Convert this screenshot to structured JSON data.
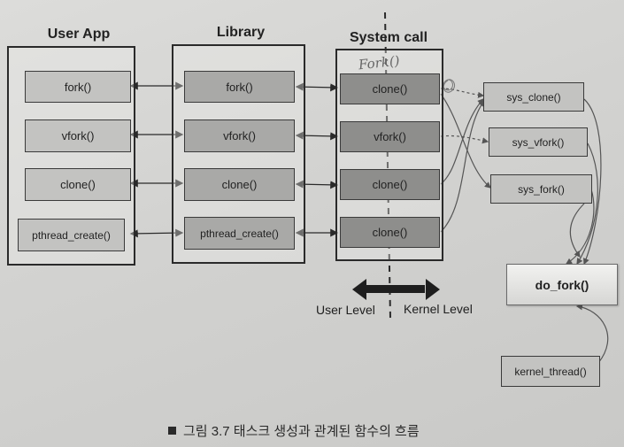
{
  "columns": {
    "user_app": "User App",
    "library": "Library",
    "system_call": "System call"
  },
  "user_app_items": [
    "fork()",
    "vfork()",
    "clone()",
    "pthread_create()"
  ],
  "library_items": [
    "fork()",
    "vfork()",
    "clone()",
    "pthread_create()"
  ],
  "system_call_items": [
    "clone()",
    "vfork()",
    "clone()",
    "clone()"
  ],
  "handwritten_note": "Fork()",
  "kernel_items": {
    "sys_clone": "sys_clone()",
    "sys_vfork": "sys_vfork()",
    "sys_fork": "sys_fork()",
    "do_fork": "do_fork()",
    "kernel_thread": "kernel_thread()"
  },
  "levels": {
    "user": "User Level",
    "kernel": "Kernel Level"
  },
  "caption": "그림 3.7  태스크 생성과 관계된 함수의 흐름"
}
